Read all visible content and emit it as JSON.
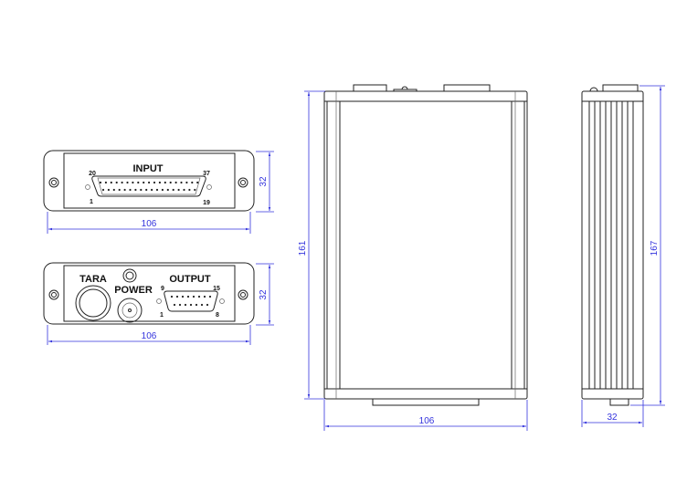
{
  "input_panel": {
    "title": "INPUT",
    "pin_labels": {
      "top_left": "20",
      "top_right": "37",
      "bottom_left": "1",
      "bottom_right": "19"
    },
    "dim_width": "106",
    "dim_height": "32"
  },
  "output_panel": {
    "tara_label": "TARA",
    "power_label": "POWER",
    "title": "OUTPUT",
    "pin_labels": {
      "top_left": "9",
      "top_right": "15",
      "bottom_left": "1",
      "bottom_right": "8"
    },
    "dim_width": "106",
    "dim_height": "32"
  },
  "top_view": {
    "dim_height": "161",
    "dim_width": "106"
  },
  "side_view": {
    "dim_height": "167",
    "dim_width": "32"
  },
  "colors": {
    "dimension": "#3333dd",
    "outline": "#222222"
  }
}
